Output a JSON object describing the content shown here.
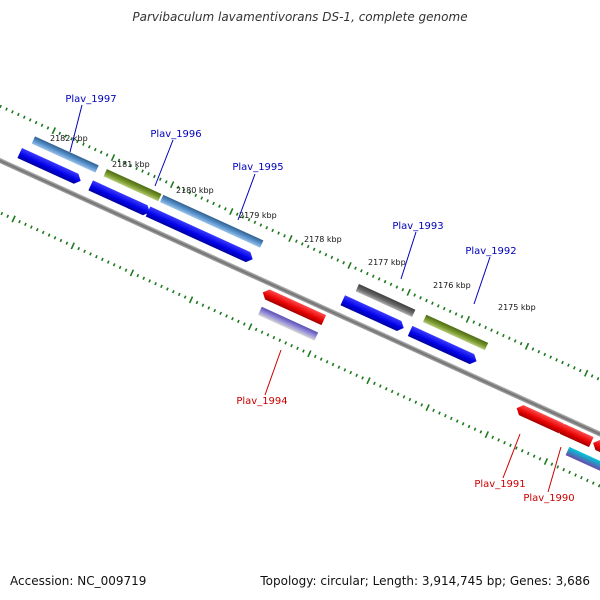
{
  "header": {
    "title": "Parvibaculum lavamentivorans DS-1, complete genome"
  },
  "footer": {
    "accession": "Accession: NC_009719",
    "stats": "Topology: circular; Length: 3,914,745 bp; Genes: 3,686"
  },
  "colors": {
    "forward_strand": "#0000ee",
    "reverse_strand": "#ee0000",
    "axis": "#888888",
    "tick": "#1f7a1f",
    "forward_label": "#0000bb",
    "reverse_label": "#cc0000"
  },
  "scale": {
    "kbp_labels": [
      "2182 kbp",
      "2181 kbp",
      "2180 kbp",
      "2179 kbp",
      "2178 kbp",
      "2177 kbp",
      "2176 kbp",
      "2175 kbp"
    ]
  },
  "genes": [
    {
      "label": "Plav_1997",
      "strand": "+",
      "feature_color": "#4a86bf"
    },
    {
      "label": "Plav_1996",
      "strand": "+",
      "feature_color": "#6f8f2a"
    },
    {
      "label": "Plav_1995",
      "strand": "+",
      "feature_color": "#4a86bf"
    },
    {
      "label": "Plav_1994",
      "strand": "-",
      "feature_color": "#8a7fd0"
    },
    {
      "label": "Plav_1993",
      "strand": "+",
      "feature_color": "#5a5a5a"
    },
    {
      "label": "Plav_1992",
      "strand": "+",
      "feature_color": "#6f8f2a"
    },
    {
      "label": "Plav_1991",
      "strand": "-",
      "feature_color": "#ee0000"
    },
    {
      "label": "Plav_1990",
      "strand": "-",
      "feature_color": "#ee0000"
    }
  ]
}
